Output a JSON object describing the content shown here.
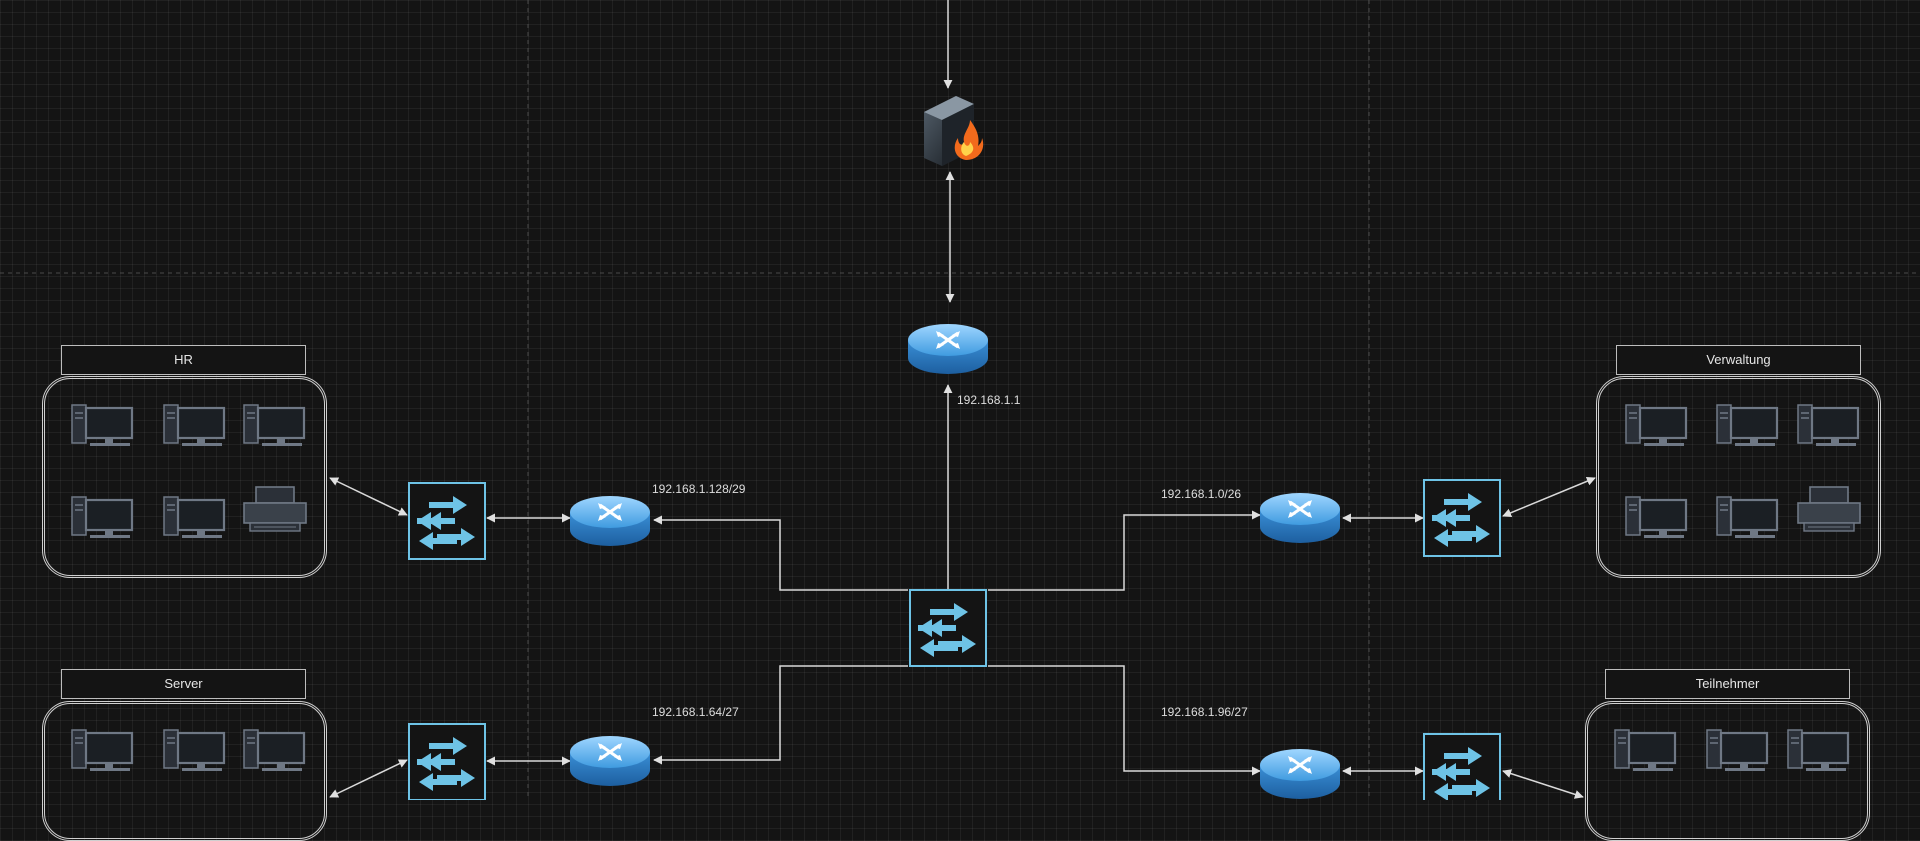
{
  "colors": {
    "background": "#141414",
    "grid": "#262626",
    "line": "#d9d9d9",
    "switch": "#6ec3e6",
    "router": "#4fa9e6",
    "device": "#6f7885"
  },
  "departments": {
    "hr": "HR",
    "verwaltung": "Verwaltung",
    "server": "Server",
    "teilnehmer": "Teilnehmer"
  },
  "subnets": {
    "main_router": "192.168.1.1",
    "hr": "192.168.1.128/29",
    "verwaltung": "192.168.1.0/26",
    "server": "192.168.1.64/27",
    "teilnehmer": "192.168.1.96/27"
  },
  "icons": [
    "firewall-icon",
    "router-icon",
    "switch-icon",
    "computer-icon",
    "printer-icon"
  ]
}
